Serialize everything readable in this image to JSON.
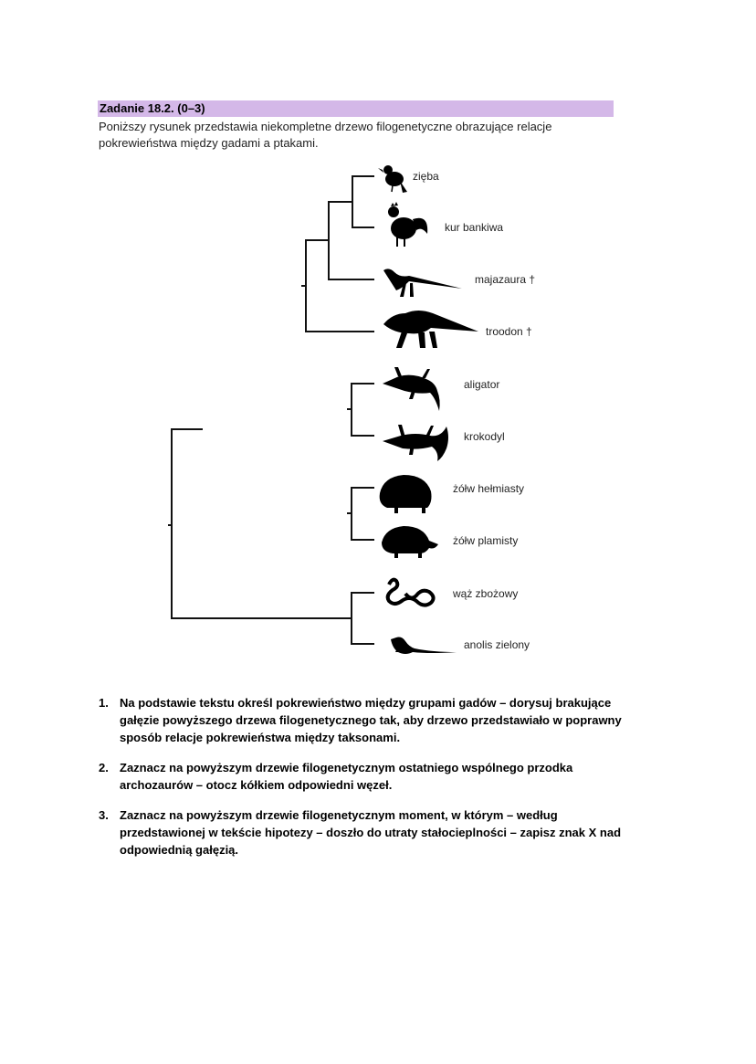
{
  "header": {
    "title": "Zadanie 18.2. (0–3)"
  },
  "intro": {
    "text": "Poniższy rysunek przedstawia niekompletne drzewo filogenetyczne obrazujące relacje pokrewieństwa między gadami a ptakami."
  },
  "tree": {
    "taxa": [
      {
        "label": "zięba",
        "icon": "finch-silhouette-icon"
      },
      {
        "label": "kur bankiwa",
        "icon": "rooster-silhouette-icon"
      },
      {
        "label": "majazaura †",
        "icon": "small-dinosaur-silhouette-icon"
      },
      {
        "label": "troodon †",
        "icon": "large-dinosaur-silhouette-icon"
      },
      {
        "label": "aligator",
        "icon": "alligator-silhouette-icon"
      },
      {
        "label": "krokodyl",
        "icon": "crocodile-silhouette-icon"
      },
      {
        "label": "żółw hełmiasty",
        "icon": "helmeted-turtle-silhouette-icon"
      },
      {
        "label": "żółw plamisty",
        "icon": "spotted-turtle-silhouette-icon"
      },
      {
        "label": "wąż zbożowy",
        "icon": "snake-silhouette-icon"
      },
      {
        "label": "anolis zielony",
        "icon": "anole-lizard-silhouette-icon"
      }
    ]
  },
  "tasks": [
    {
      "number": "1.",
      "text": "Na podstawie tekstu określ pokrewieństwo między grupami gadów – dorysuj brakujące gałęzie powyższego drzewa filogenetycznego tak, aby drzewo przedstawiało w poprawny sposób relacje pokrewieństwa między taksonami."
    },
    {
      "number": "2.",
      "text": "Zaznacz na powyższym drzewie filogenetycznym ostatniego wspólnego przodka archozaurów – otocz kółkiem odpowiedni węzeł."
    },
    {
      "number": "3.",
      "text": "Zaznacz na powyższym drzewie filogenetycznym moment, w którym – według przedstawionej w tekście hipotezy – doszło do utraty stałocieplności – zapisz znak X nad odpowiednią gałęzią."
    }
  ]
}
